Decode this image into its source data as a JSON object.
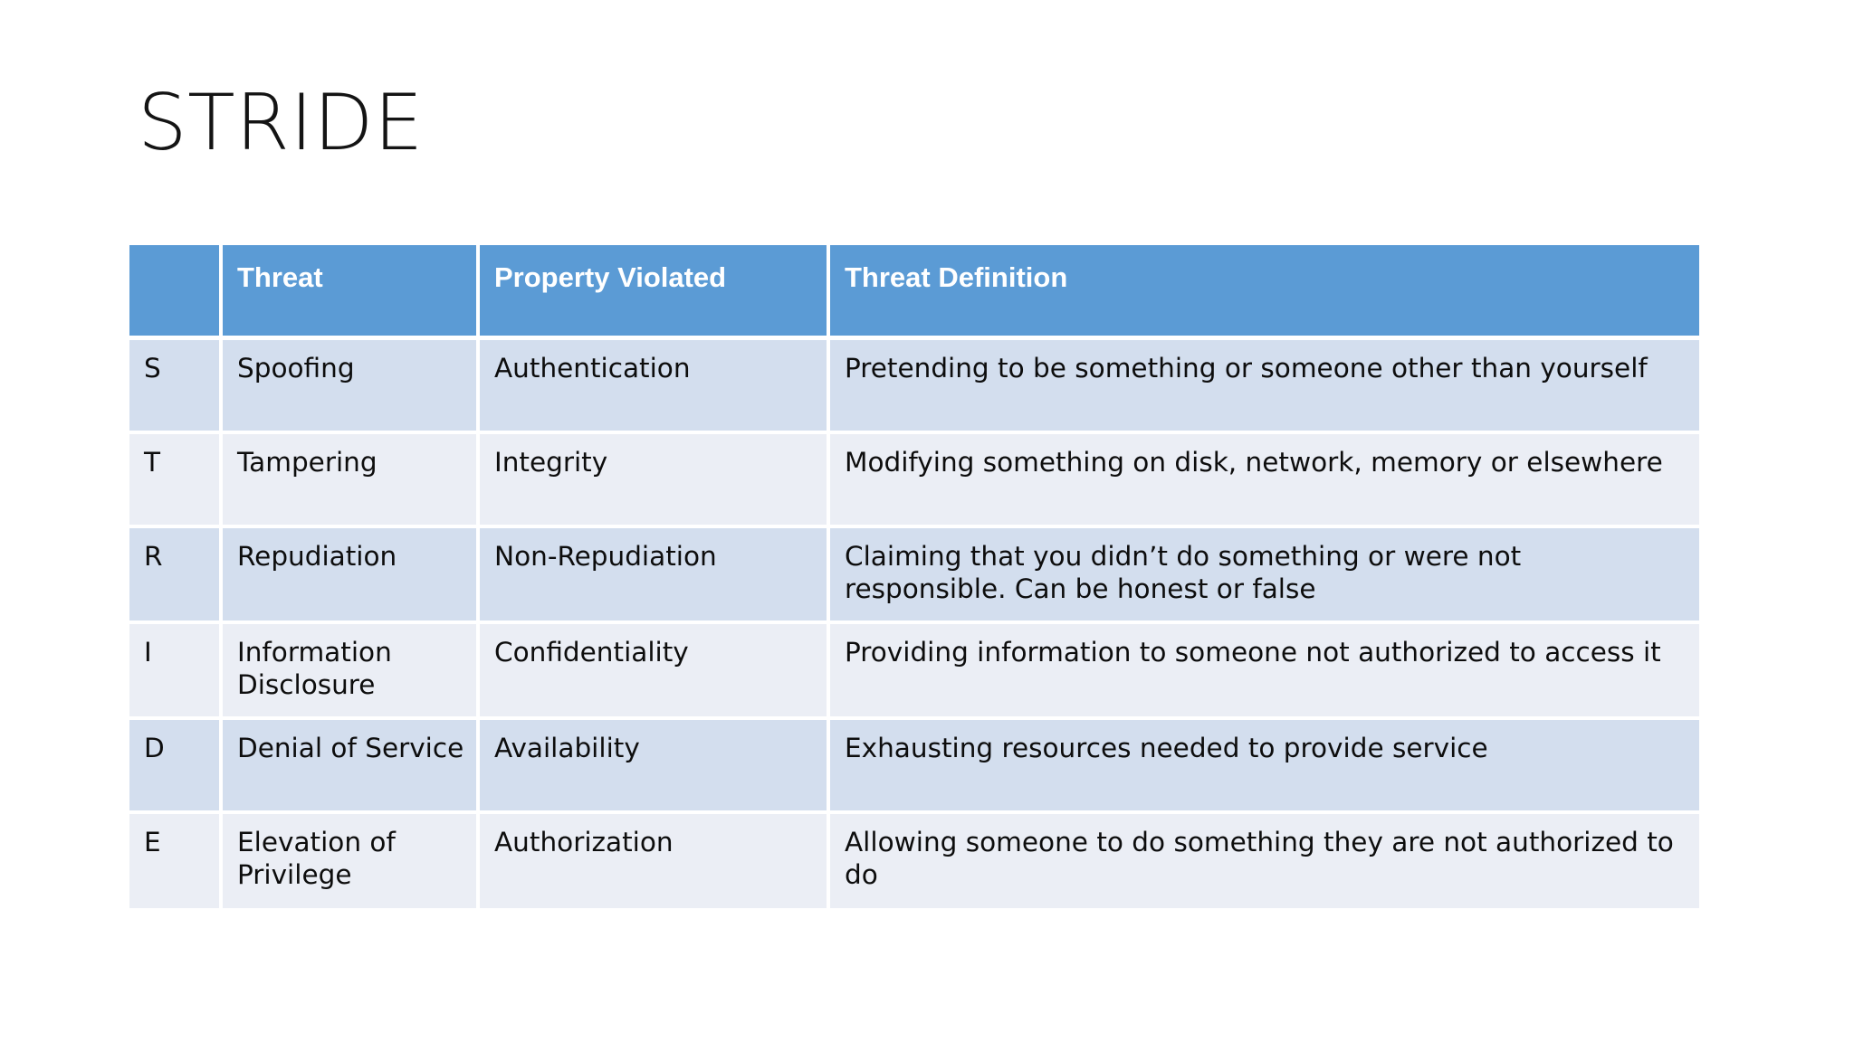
{
  "slide": {
    "title": "STRIDE",
    "background_color": "#FFFFFF"
  },
  "theme": {
    "header_fill": "#5B9BD5",
    "header_text_color": "#FFFFFF",
    "row_band_dark": "#D3DEEE",
    "row_band_light": "#EBEEF5",
    "body_text_color": "#0D0D0D",
    "gridline_color": "#FFFFFF"
  },
  "table": {
    "columns": [
      {
        "key": "letter",
        "label": ""
      },
      {
        "key": "threat",
        "label": "Threat"
      },
      {
        "key": "property",
        "label": "Property Violated"
      },
      {
        "key": "definition",
        "label": "Threat Definition"
      }
    ],
    "rows": [
      {
        "letter": "S",
        "threat": "Spoofing",
        "property": "Authentication",
        "definition": "Pretending to be something or someone other than yourself"
      },
      {
        "letter": "T",
        "threat": "Tampering",
        "property": "Integrity",
        "definition": "Modifying something on disk, network, memory or elsewhere"
      },
      {
        "letter": "R",
        "threat": "Repudiation",
        "property": "Non-Repudiation",
        "definition": "Claiming that you didn’t do something or were not responsible. Can be honest or false"
      },
      {
        "letter": "I",
        "threat": "Information Disclosure",
        "property": "Confidentiality",
        "definition": "Providing information to someone not authorized to access it"
      },
      {
        "letter": "D",
        "threat": "Denial of Service",
        "property": "Availability",
        "definition": "Exhausting resources needed to provide service"
      },
      {
        "letter": "E",
        "threat": "Elevation of Privilege",
        "property": "Authorization",
        "definition": "Allowing someone to do something they are not authorized to do"
      }
    ]
  }
}
